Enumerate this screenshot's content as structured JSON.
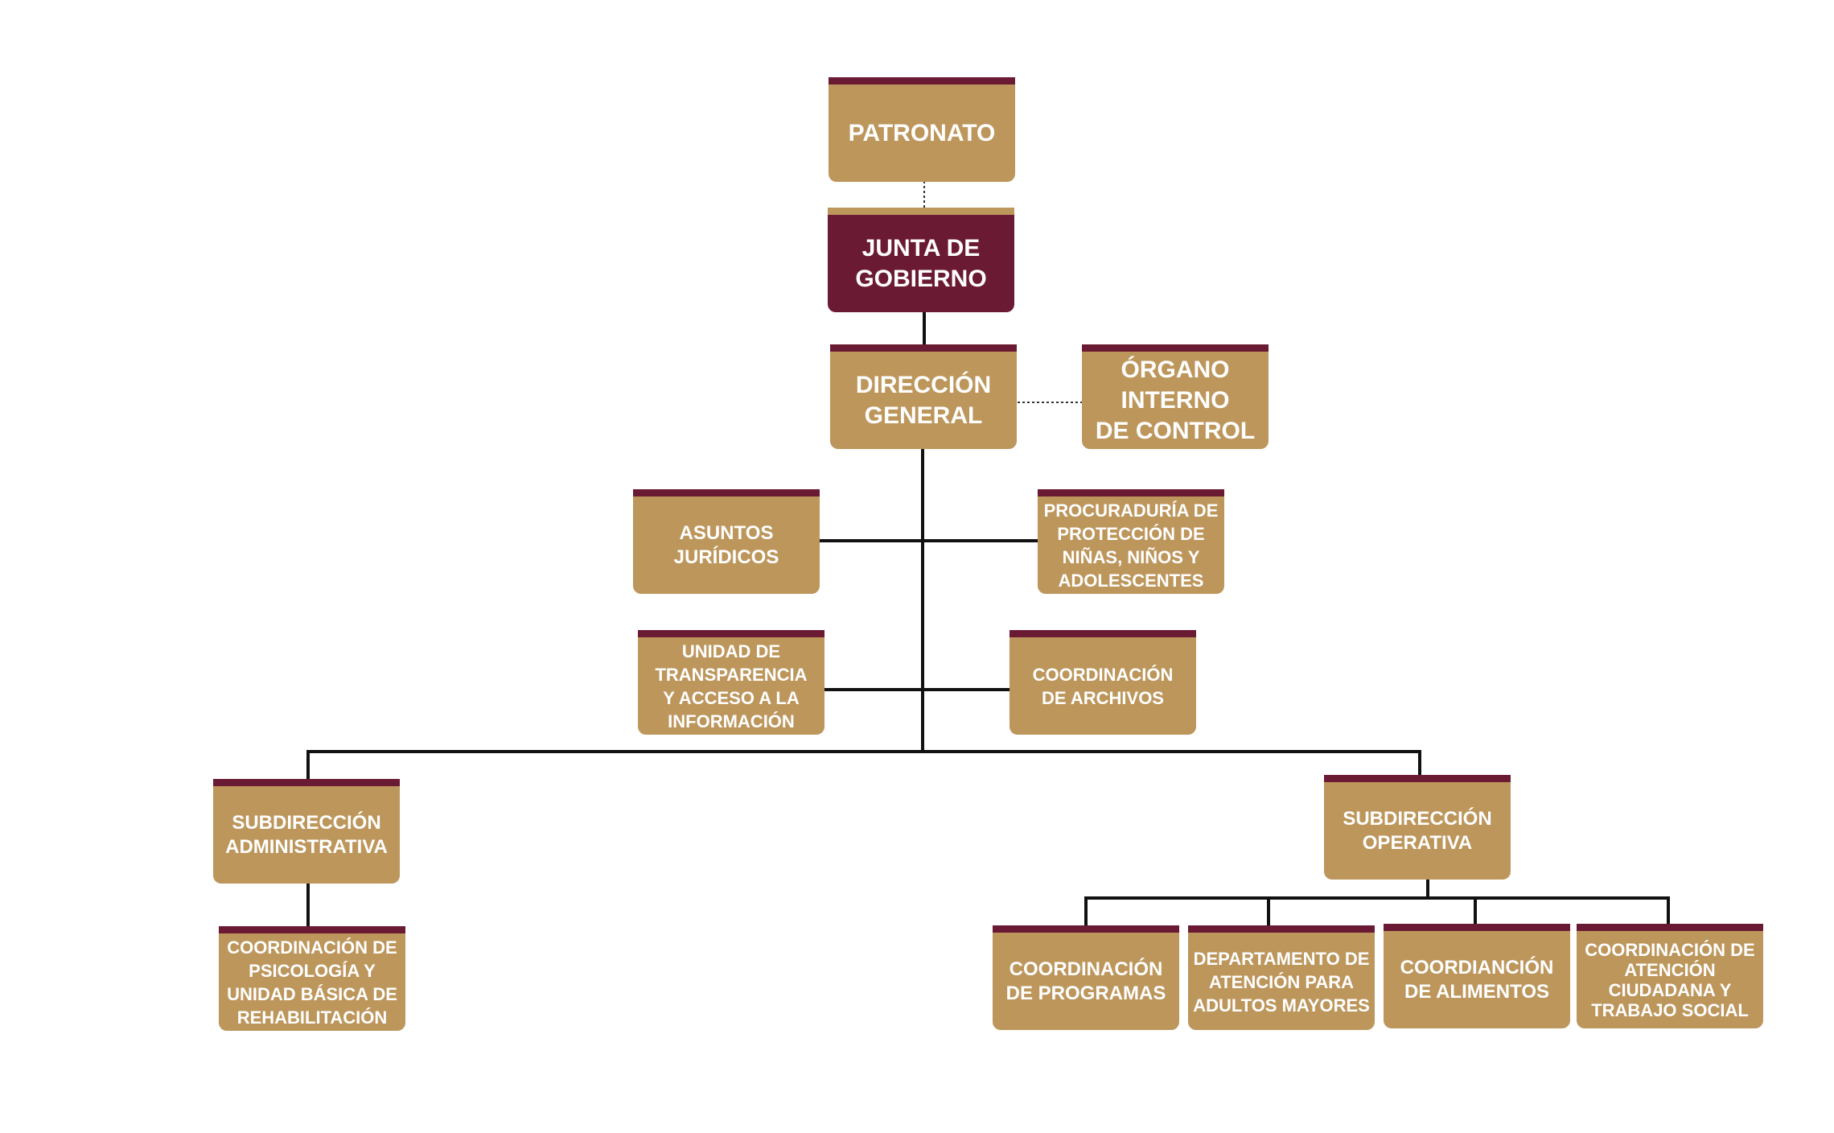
{
  "colors": {
    "gold": "#bd965c",
    "maroon": "#6b1a33",
    "line": "#111111"
  },
  "nodes": {
    "patronato": "PATRONATO",
    "junta": "JUNTA DE\nGOBIERNO",
    "direccion": "DIRECCIÓN\nGENERAL",
    "organo": "ÓRGANO\nINTERNO\nDE CONTROL",
    "asuntos": "ASUNTOS\nJURÍDICOS",
    "procuraduria": "PROCURADURÍA DE\nPROTECCIÓN DE\nNIÑAS, NIÑOS Y\nADOLESCENTES",
    "transparencia": "UNIDAD DE\nTRANSPARENCIA\nY ACCESO A LA\nINFORMACIÓN",
    "archivos": "COORDINACIÓN\nDE ARCHIVOS",
    "sub_admin": "SUBDIRECCIÓN\nADMINISTRATIVA",
    "sub_oper": "SUBDIRECCIÓN\nOPERATIVA",
    "psicologia": "COORDINACIÓN DE\nPSICOLOGÍA Y\nUNIDAD BÁSICA DE\nREHABILITACIÓN",
    "programas": "COORDINACIÓN\nDE PROGRAMAS",
    "adultos": "DEPARTAMENTO DE\nATENCIÓN PARA\nADULTOS MAYORES",
    "alimentos": "COORDIANCIÓN\nDE ALIMENTOS",
    "ciudadana": "COORDINACIÓN DE\nATENCIÓN\nCIUDADANA Y\nTRABAJO SOCIAL"
  }
}
